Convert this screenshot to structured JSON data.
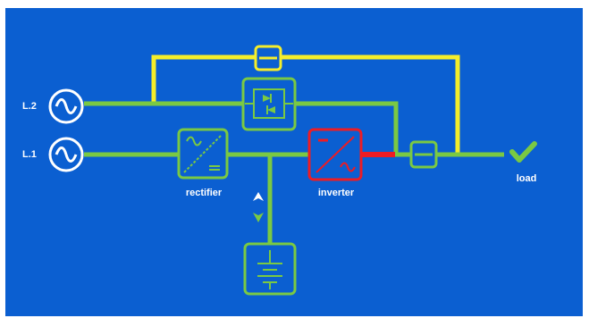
{
  "diagram": {
    "background_color": "#0b5fd1",
    "line_colors": {
      "green": "#7ac943",
      "yellow": "#f5ee2a",
      "red": "#ed1c24",
      "white": "#ffffff"
    },
    "labels": {
      "l2": "L.2",
      "l1": "L.1",
      "rectifier": "rectifier",
      "inverter": "inverter",
      "load": "load"
    },
    "icons": [
      "sine-wave-icon",
      "sine-wave-icon",
      "rectifier-icon",
      "inverter-icon",
      "static-switch-icon",
      "bypass-switch-icon",
      "output-switch-icon",
      "battery-icon",
      "charge-arrow-up-icon",
      "discharge-arrow-down-icon",
      "checkmark-icon"
    ],
    "status": {
      "load": "supplied",
      "inverter": "fault"
    }
  }
}
